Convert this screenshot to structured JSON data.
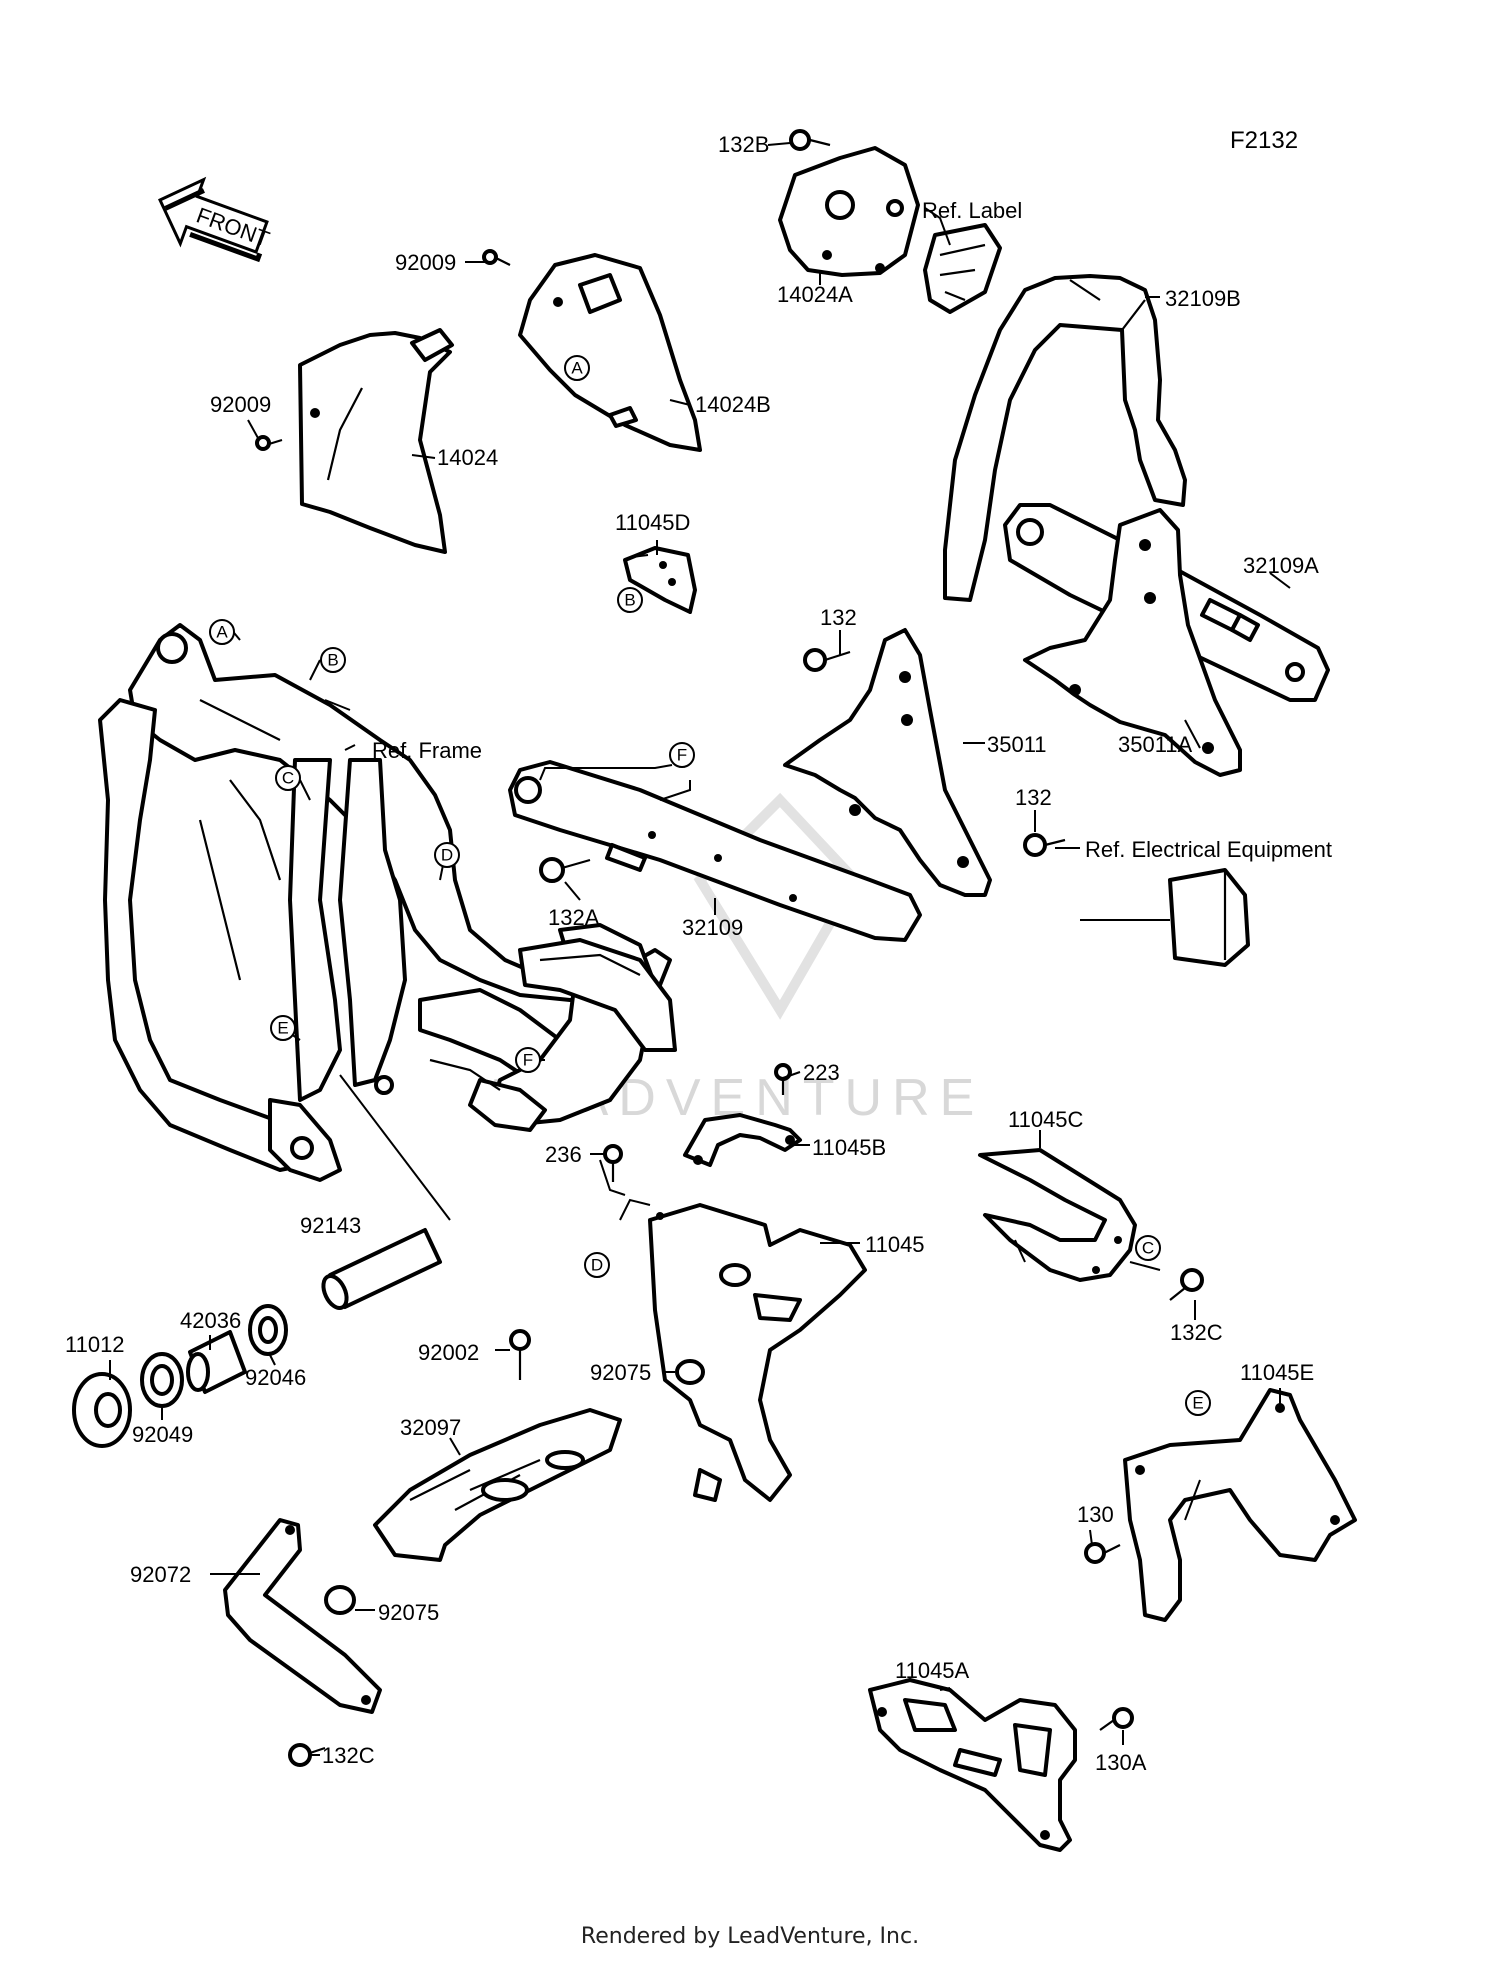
{
  "figure_id": "F2132",
  "front_arrow": "FRONT",
  "watermark": "LEADVENTURE",
  "footer": "Rendered by LeadVenture, Inc.",
  "labels": {
    "p132B": "132B",
    "p92009_top": "92009",
    "p92009_left": "92009",
    "p14024": "14024",
    "p14024A": "14024A",
    "p14024B": "14024B",
    "ref_label": "Ref. Label",
    "p32109B": "32109B",
    "p11045D": "11045D",
    "p32109A": "32109A",
    "p132_top": "132",
    "p35011": "35011",
    "p35011A": "35011A",
    "ref_frame": "Ref. Frame",
    "p132_mid": "132",
    "ref_electrical": "Ref. Electrical Equipment",
    "p132A": "132A",
    "p32109": "32109",
    "p223": "223",
    "p11045B": "11045B",
    "p11045C": "11045C",
    "p236": "236",
    "p92143": "92143",
    "p11045": "11045",
    "p132C_right": "132C",
    "p42036": "42036",
    "p11012": "11012",
    "p92046": "92046",
    "p92049": "92049",
    "p92002": "92002",
    "p92075_mid": "92075",
    "p11045E": "11045E",
    "p32097": "32097",
    "p130": "130",
    "p92072": "92072",
    "p11045A": "11045A",
    "p92075_low": "92075",
    "p132C_low": "132C",
    "p130A": "130A"
  },
  "callouts": {
    "a1": "A",
    "a2": "A",
    "b1": "B",
    "b2": "B",
    "c1": "C",
    "c2": "C",
    "d1": "D",
    "d2": "D",
    "e1": "E",
    "e2": "E",
    "f1": "F",
    "f2": "F"
  }
}
